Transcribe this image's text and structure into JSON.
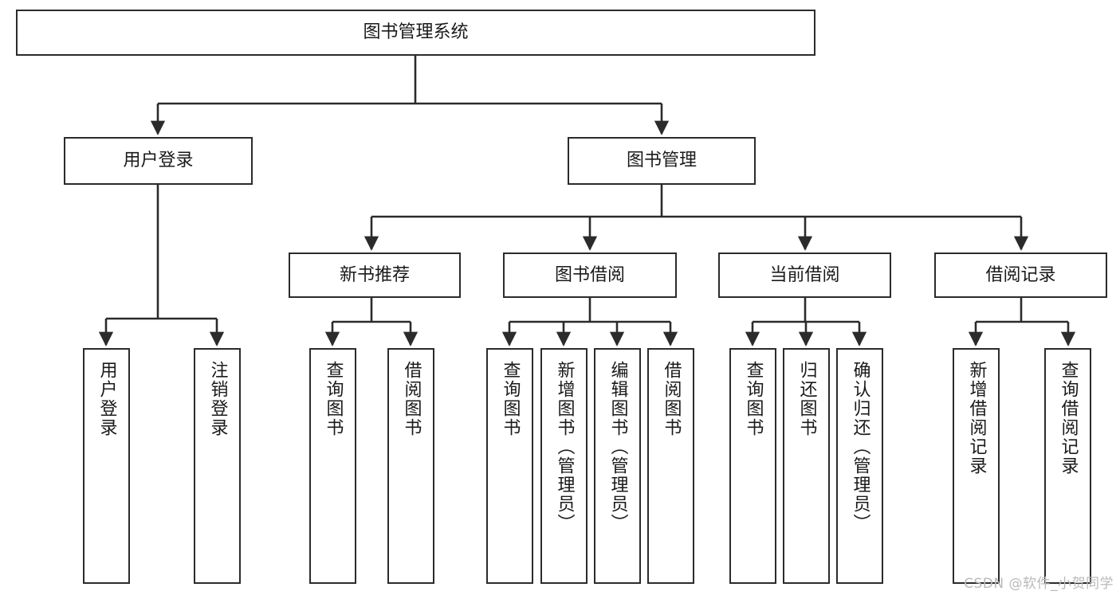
{
  "diagram": {
    "title_node": {
      "label": "图书管理系统"
    },
    "level2": [
      {
        "id": "user-login",
        "label": "用户登录"
      },
      {
        "id": "book-management",
        "label": "图书管理"
      }
    ],
    "level3": [
      {
        "id": "new-book-recommend",
        "label": "新书推荐"
      },
      {
        "id": "book-borrow",
        "label": "图书借阅"
      },
      {
        "id": "current-borrow",
        "label": "当前借阅"
      },
      {
        "id": "borrow-record",
        "label": "借阅记录"
      }
    ],
    "leaves": {
      "user_login": [
        {
          "id": "leaf-user-login",
          "label": "用户登录"
        },
        {
          "id": "leaf-logout-login",
          "label": "注销登录"
        }
      ],
      "new_book_recommend": [
        {
          "id": "leaf-query-book-1",
          "label": "查询图书"
        },
        {
          "id": "leaf-borrow-book-1",
          "label": "借阅图书"
        }
      ],
      "book_borrow": [
        {
          "id": "leaf-query-book-2",
          "label": "查询图书"
        },
        {
          "id": "leaf-add-book",
          "label": "新增图书（管理员）"
        },
        {
          "id": "leaf-edit-book",
          "label": "编辑图书（管理员）"
        },
        {
          "id": "leaf-borrow-book-2",
          "label": "借阅图书"
        }
      ],
      "current_borrow": [
        {
          "id": "leaf-query-book-3",
          "label": "查询图书"
        },
        {
          "id": "leaf-return-book",
          "label": "归还图书"
        },
        {
          "id": "leaf-confirm-return",
          "label": "确认归还（管理员）"
        }
      ],
      "borrow_record": [
        {
          "id": "leaf-add-record",
          "label": "新增借阅记录"
        },
        {
          "id": "leaf-query-record",
          "label": "查询借阅记录"
        }
      ]
    }
  },
  "watermark": {
    "text": "CSDN @软件_小贺同学"
  },
  "colors": {
    "box_border": "#2b2b2b",
    "connector": "#2b2b2b",
    "background": "#ffffff",
    "text": "#1a1a1a",
    "watermark": "#b9b9b9"
  }
}
